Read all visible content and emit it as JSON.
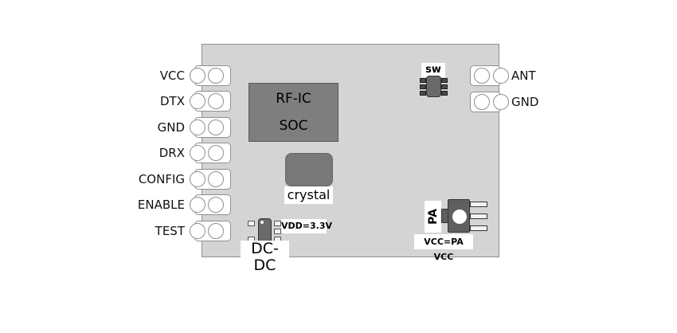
{
  "colors": {
    "page_bg": "#ffffff",
    "board_fill": "#d4d4d4",
    "board_border": "#8f8f8f",
    "pad_fill": "#ffffff",
    "pad_border": "#8f8f8f",
    "chip_fill": "#7e7e7e",
    "chip_border": "#5a5a5a",
    "small_chip_fill": "#6a6a6a",
    "small_chip_border": "#333333",
    "pin_dark_fill": "#4a4a4a",
    "pin_light_fill": "#f2f2f2",
    "label_text": "#111111"
  },
  "pins": {
    "left": [
      {
        "label": "VCC"
      },
      {
        "label": "DTX"
      },
      {
        "label": "GND"
      },
      {
        "label": "DRX"
      },
      {
        "label": "CONFIG"
      },
      {
        "label": "ENABLE"
      },
      {
        "label": "TEST"
      }
    ],
    "right": [
      {
        "label": "ANT"
      },
      {
        "label": "GND"
      }
    ]
  },
  "components": {
    "rf_ic": {
      "line1": "RF-IC",
      "line2": "SOC"
    },
    "crystal": {
      "label": "crystal"
    },
    "sw": {
      "label": "sw"
    },
    "dc_dc": {
      "label": "DC-DC",
      "annotation": "VDD=3.3V"
    },
    "pa": {
      "label": "PA",
      "annotation": "VCC=PA VCC"
    }
  }
}
